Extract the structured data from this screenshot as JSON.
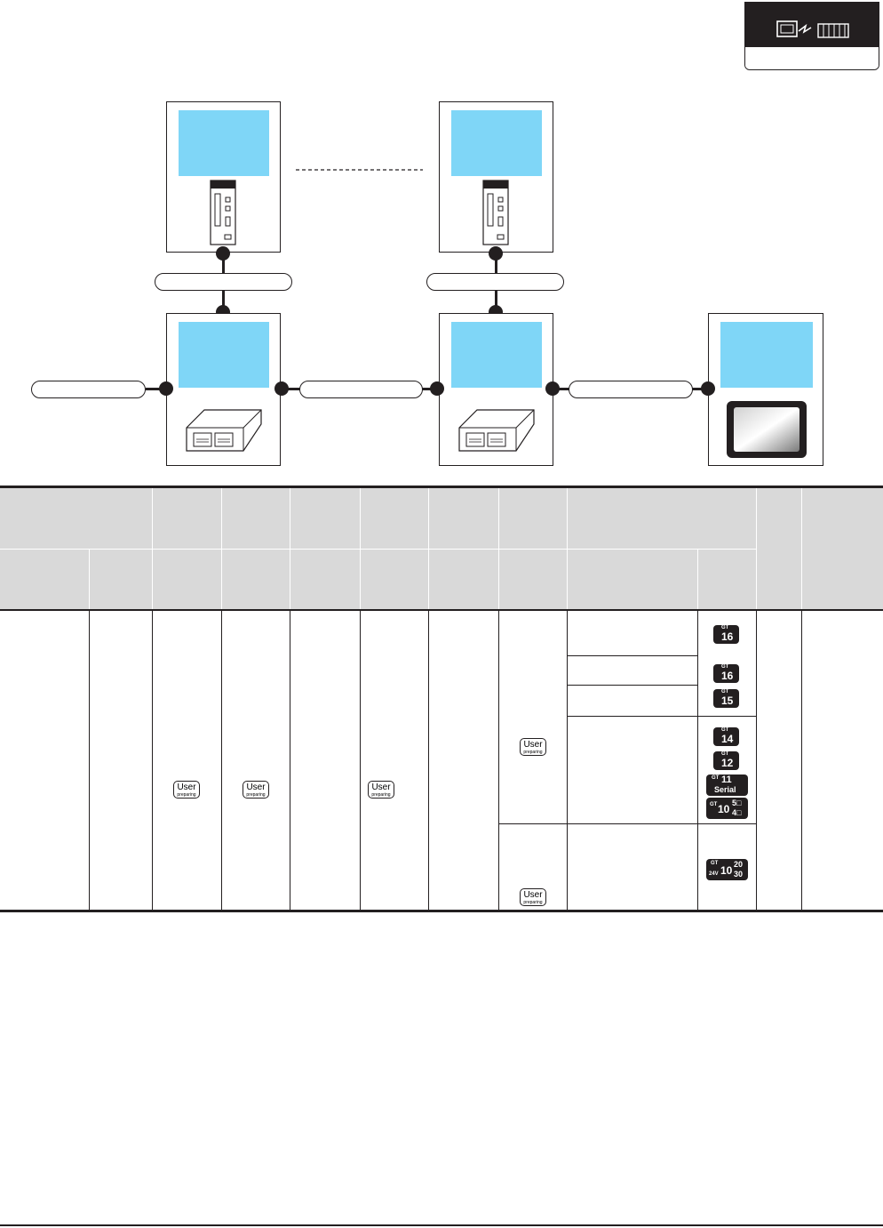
{
  "tags": {
    "user_preparing": {
      "line1": "User",
      "line2": "preparing"
    }
  },
  "gt_badges": {
    "gt16": {
      "top": "GT",
      "main": "16"
    },
    "gt15": {
      "top": "GT",
      "main": "15"
    },
    "gt14": {
      "top": "GT",
      "main": "14"
    },
    "gt12": {
      "top": "GT",
      "main": "12"
    },
    "gt11": {
      "top": "GT",
      "main": "11",
      "sub": "Serial"
    },
    "gt105": {
      "top": "GT",
      "main": "10",
      "sup": "5□",
      "sub": "4□"
    },
    "gt1020": {
      "top": "GT",
      "prefix": "24V",
      "main": "10",
      "sup": "20",
      "sub": "30"
    }
  },
  "colors": {
    "screen_fill": "#7fd6f7",
    "ink": "#231f20",
    "header_fill": "#d9d9d9"
  }
}
